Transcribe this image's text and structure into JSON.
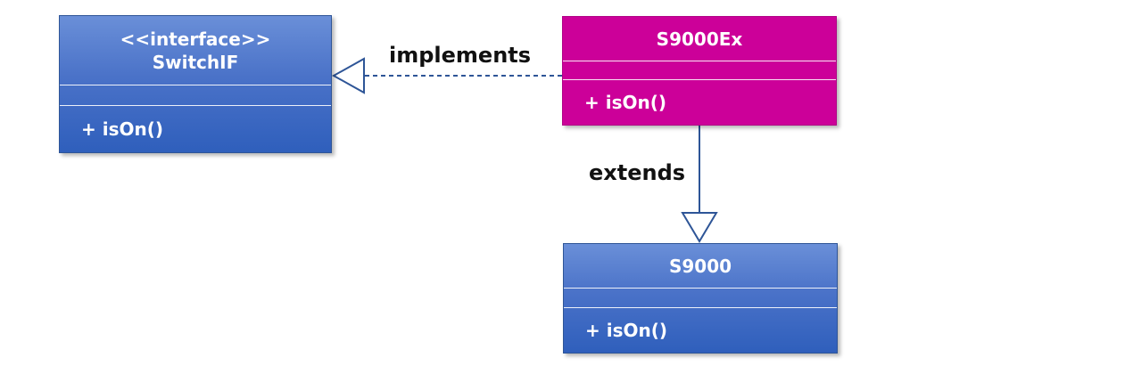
{
  "classes": {
    "switchif": {
      "stereotype": "<<interface>>",
      "name": "SwitchIF",
      "operation": "+ isOn()"
    },
    "s9000ex": {
      "name": "S9000Ex",
      "operation": "+ isOn()"
    },
    "s9000": {
      "name": "S9000",
      "operation": "+ isOn()"
    }
  },
  "relations": {
    "implements_label": "implements",
    "extends_label": "extends"
  },
  "colors": {
    "interface_blue": "#4a72c8",
    "highlight_magenta": "#cc0099",
    "connector": "#2e5597"
  }
}
